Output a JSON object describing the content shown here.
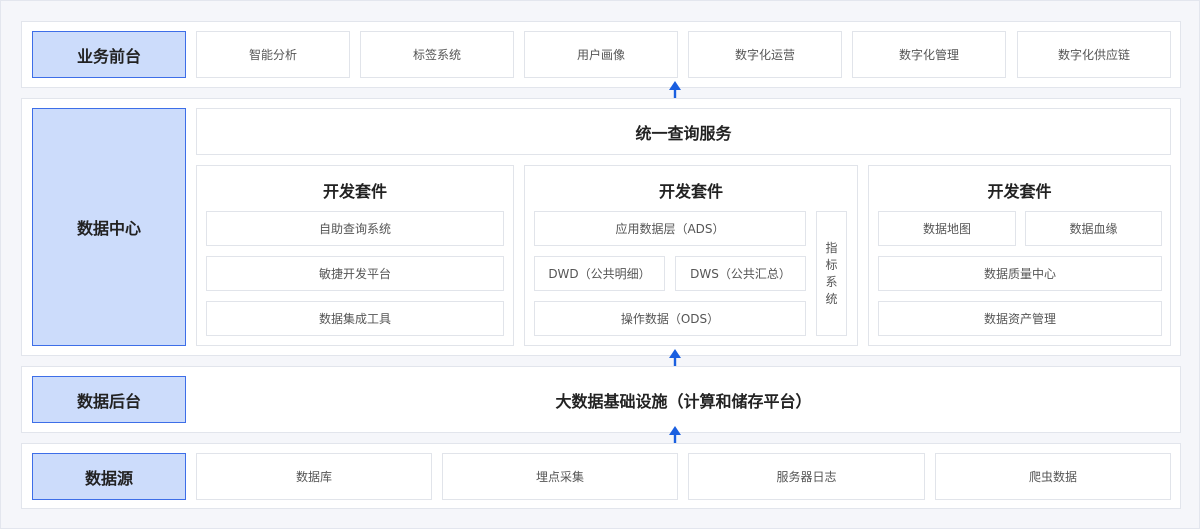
{
  "layers": {
    "frontend": {
      "label": "业务前台",
      "items": [
        "智能分析",
        "标签系统",
        "用户画像",
        "数字化运营",
        "数字化管理",
        "数字化供应链"
      ]
    },
    "data_center": {
      "label": "数据中心",
      "query_service": "统一查询服务",
      "panels": [
        {
          "title": "开发套件",
          "items": [
            "自助查询系统",
            "敏捷开发平台",
            "数据集成工具"
          ]
        },
        {
          "title": "开发套件",
          "ads": "应用数据层（ADS）",
          "dwd": "DWD（公共明细）",
          "dws": "DWS（公共汇总）",
          "ods": "操作数据（ODS）",
          "metric_chars": [
            "指",
            "标",
            "系",
            "统"
          ]
        },
        {
          "title": "开发套件",
          "map": "数据地图",
          "lineage": "数据血缘",
          "quality": "数据质量中心",
          "assets": "数据资产管理"
        }
      ]
    },
    "backend": {
      "label": "数据后台",
      "infrastructure": "大数据基础设施（计算和储存平台）"
    },
    "sources": {
      "label": "数据源",
      "items": [
        "数据库",
        "埋点采集",
        "服务器日志",
        "爬虫数据"
      ]
    }
  },
  "colors": {
    "side_fill": "#ccdcfb",
    "side_border": "#3d6ee8",
    "arrow": "#1a5fe0"
  }
}
